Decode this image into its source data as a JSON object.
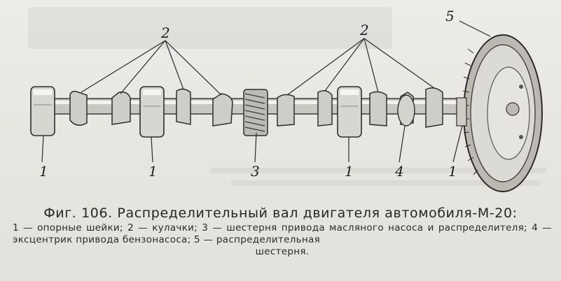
{
  "figure": {
    "callouts": {
      "journal": "1",
      "cam": "2",
      "gear_oil": "3",
      "eccentric": "4",
      "timing_gear": "5"
    }
  },
  "caption": {
    "title": "Фиг. 106. Распределительный вал двигателя автомобиля-М-20:",
    "legend_line1": "1 — опорные шейки; 2 — кулачки; 3 — шестерня привода масляного насоса",
    "legend_line2": "и распределителя; 4 — эксцентрик привода бензонасоса; 5 — распределительная",
    "legend_line3": "шестерня."
  }
}
